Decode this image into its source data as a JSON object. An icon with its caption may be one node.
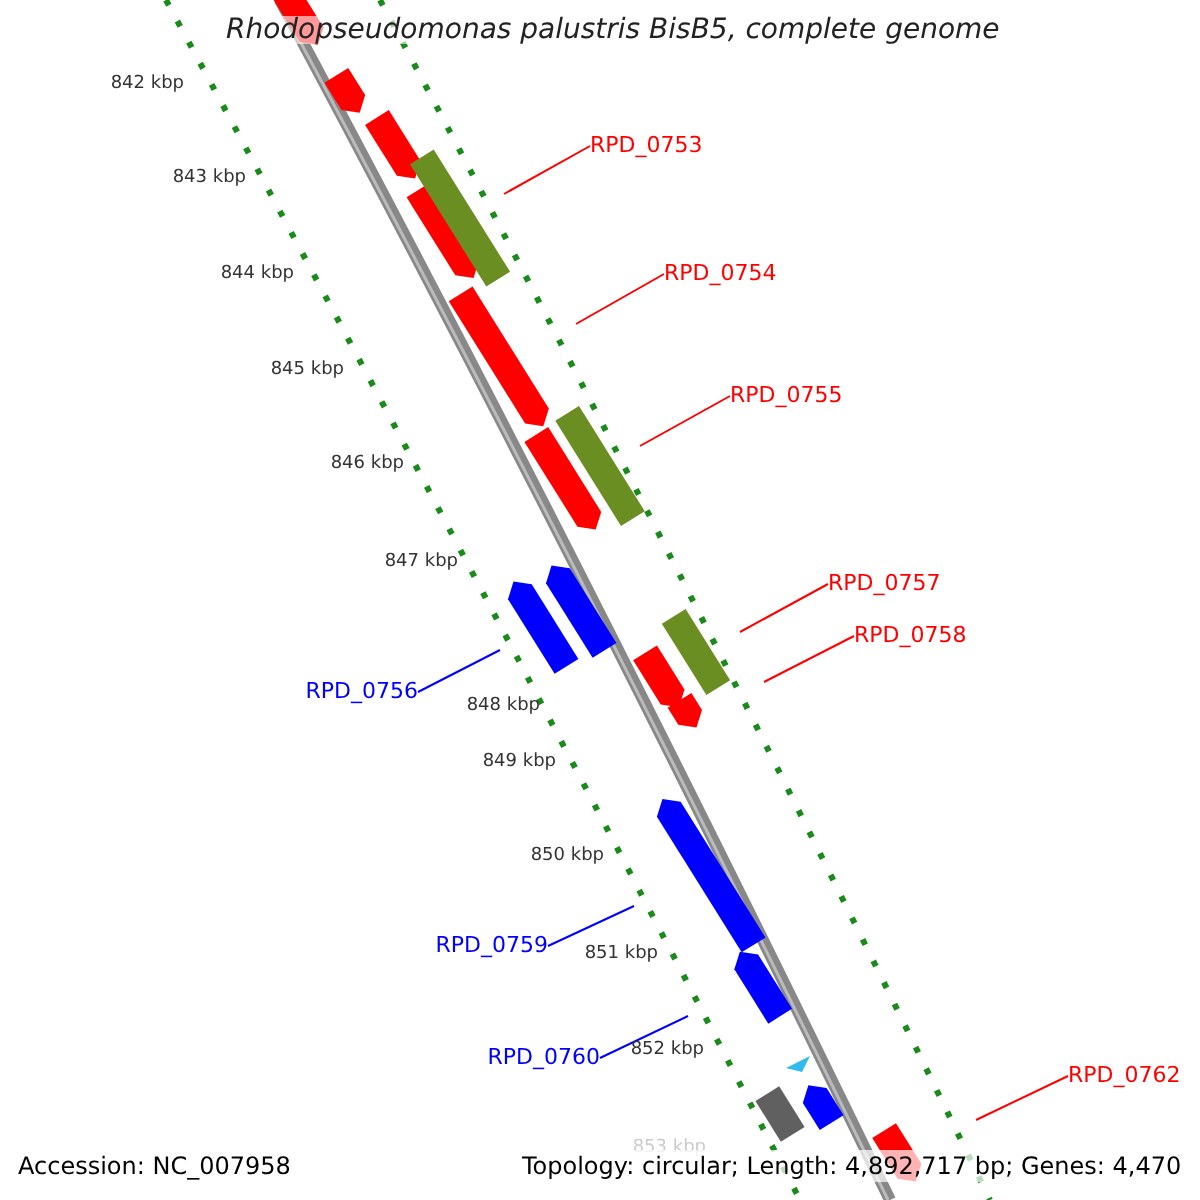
{
  "diagram": {
    "title": "Rhodopseudomonas palustris BisB5, complete genome",
    "nodes": [
      {
        "text": [
          "RPD_0753"
        ]
      },
      {
        "text": [
          "RPD_0754"
        ]
      },
      {
        "text": [
          "RPD_0755"
        ]
      },
      {
        "text": [
          "RPD_0757"
        ]
      },
      {
        "text": [
          "RPD_0758"
        ]
      },
      {
        "text": [
          "RPD_0756"
        ]
      },
      {
        "text": [
          "RPD_0759"
        ]
      },
      {
        "text": [
          "RPD_0760"
        ]
      },
      {
        "text": [
          "RPD_0762"
        ]
      }
    ],
    "edges": [
      {
        "from": 0,
        "to": null,
        "arrow": "none"
      },
      {
        "from": 1,
        "to": null,
        "arrow": "none"
      },
      {
        "from": 2,
        "to": null,
        "arrow": "none"
      },
      {
        "from": 3,
        "to": null,
        "arrow": "none"
      },
      {
        "from": 4,
        "to": null,
        "arrow": "none"
      },
      {
        "from": 5,
        "to": null,
        "arrow": "none",
        "color": "#0000ff"
      },
      {
        "from": 6,
        "to": null,
        "arrow": "none",
        "color": "#0000ff"
      },
      {
        "from": 7,
        "to": null,
        "arrow": "none",
        "color": "#0000ff"
      },
      {
        "from": 8,
        "to": null,
        "arrow": "none"
      }
    ],
    "labels": [
      "842 kbp",
      "843 kbp",
      "844 kbp",
      "845 kbp",
      "846 kbp",
      "847 kbp",
      "848 kbp",
      "849 kbp",
      "850 kbp",
      "851 kbp",
      "852 kbp",
      "853 kbp",
      "Accession: NC_007958",
      "Topology: circular; Length: 4,892,717 bp; Genes: 4,470"
    ]
  }
}
